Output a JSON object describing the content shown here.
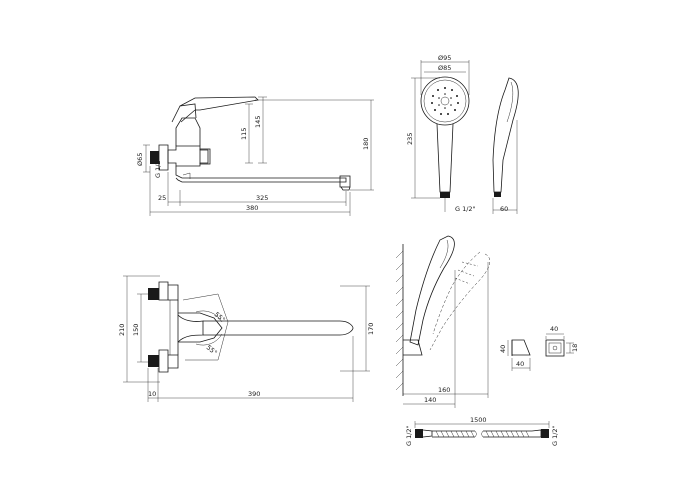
{
  "diagram": {
    "views": {
      "mixer_side": {
        "dims": {
          "d65": "Ø65",
          "thread": "G 1/2\"",
          "h115": "115",
          "h145": "145",
          "h180": "180",
          "w25": "25",
          "w325": "325",
          "w380": "380"
        }
      },
      "shower_head": {
        "dims": {
          "d95": "Ø95",
          "d85": "Ø85",
          "h235": "235",
          "thread": "G 1/2\"",
          "w60": "60"
        }
      },
      "mixer_top": {
        "dims": {
          "h210": "210",
          "h150": "150",
          "h170": "170",
          "w10": "10",
          "w390": "390",
          "angle_upper": "55°",
          "angle_lower": "55°"
        }
      },
      "wall_mount": {
        "dims": {
          "w160": "160",
          "w140": "140"
        }
      },
      "holder": {
        "dims": {
          "h40a": "40",
          "w40a": "40",
          "w40b": "40",
          "h18": "18"
        }
      },
      "hose": {
        "dims": {
          "length": "1500",
          "thread_left": "G 1/2\"",
          "thread_right": "G 1/2\""
        }
      }
    }
  }
}
